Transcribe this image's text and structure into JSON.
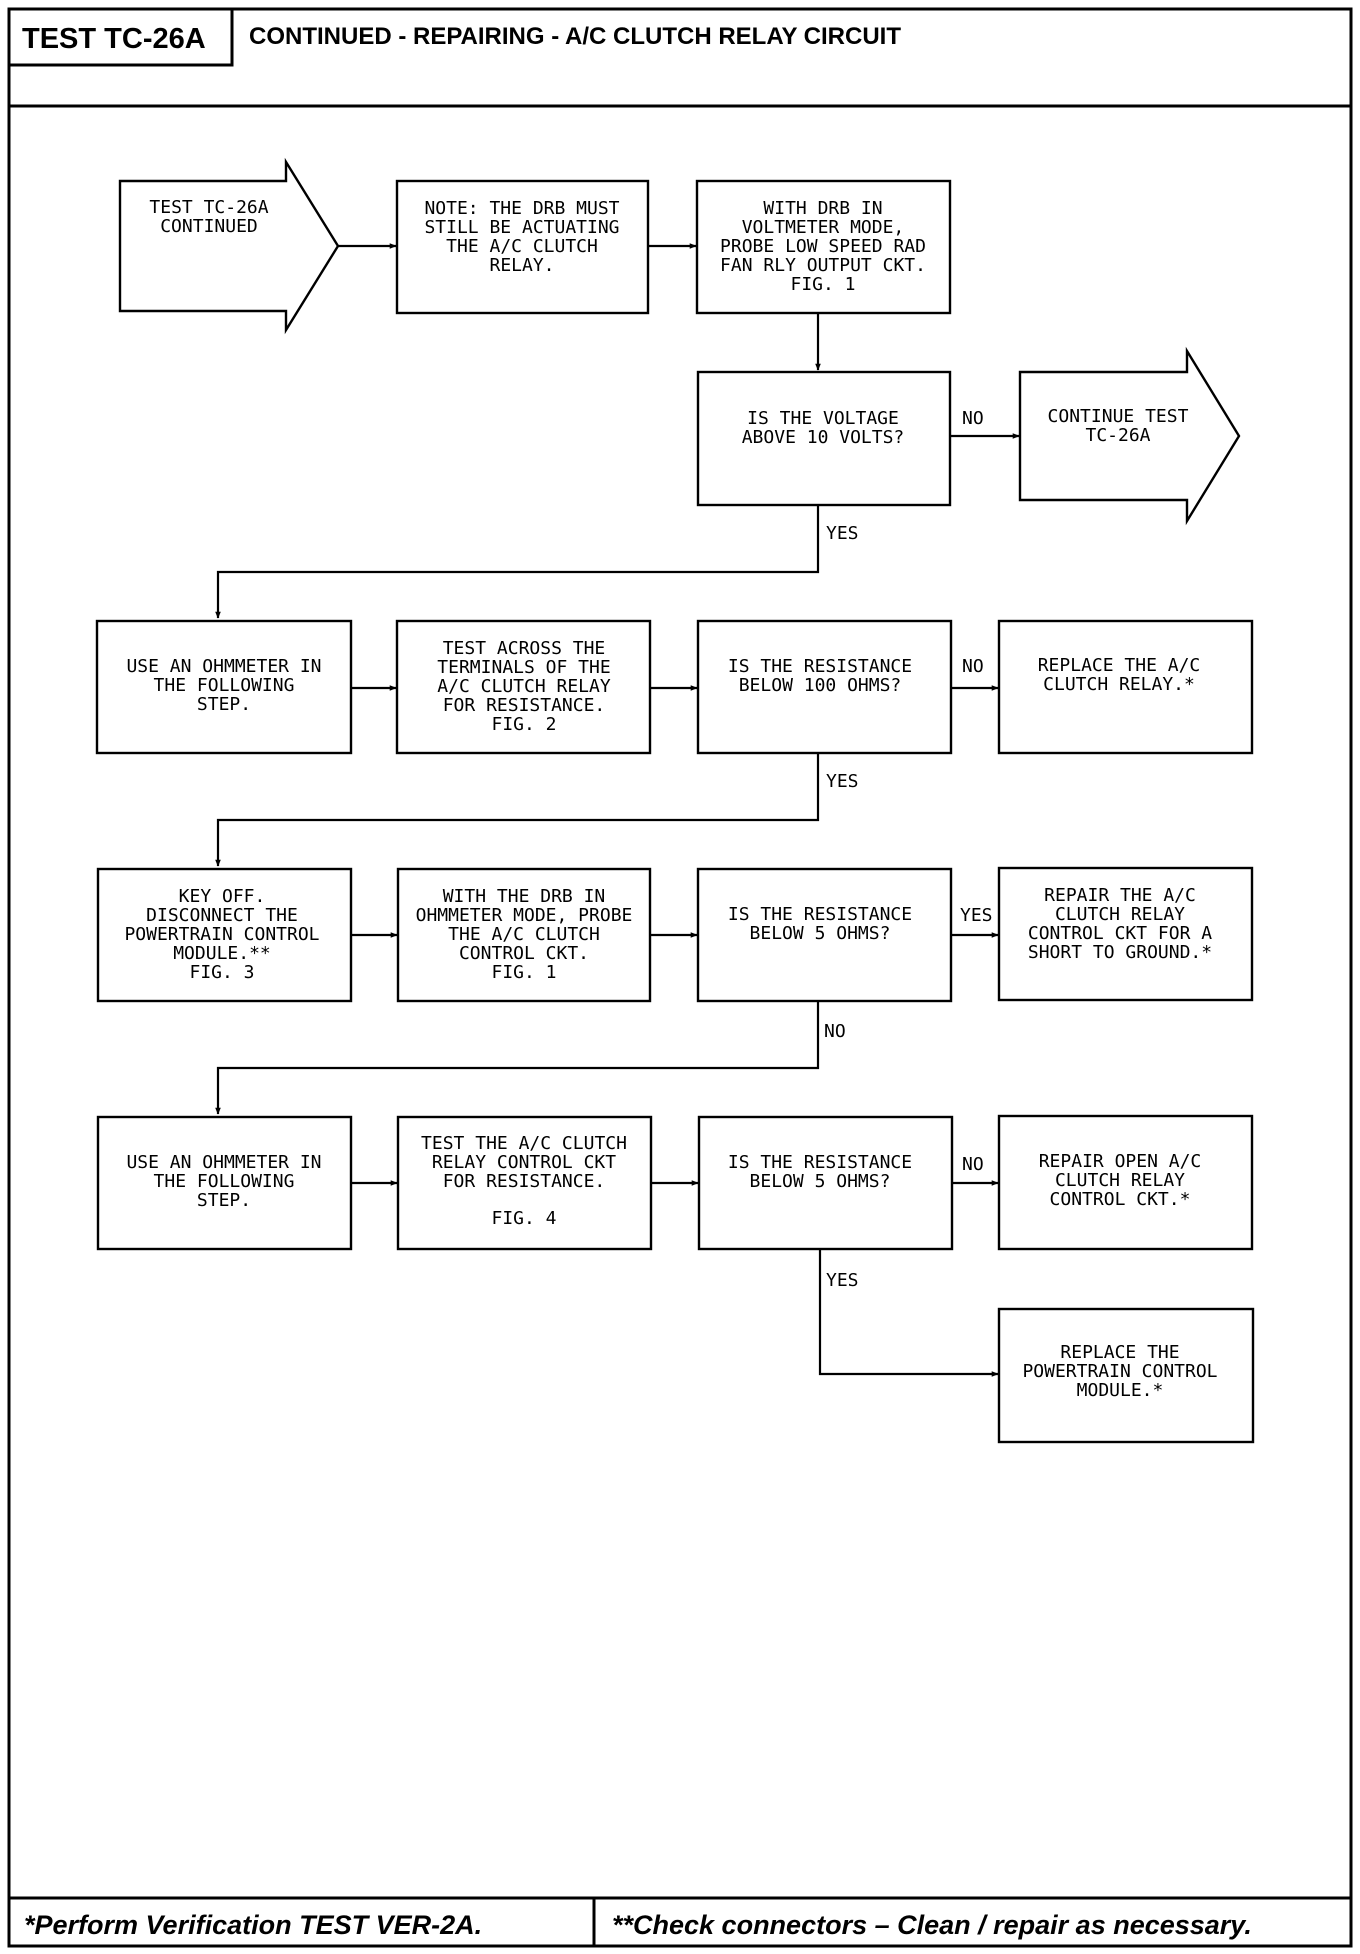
{
  "header": {
    "test_id": "TEST TC-26A",
    "title": "CONTINUED - REPAIRING - A/C CLUTCH RELAY CIRCUIT"
  },
  "nodes": {
    "start": [
      "TEST TC-26A",
      "CONTINUED"
    ],
    "note": [
      "NOTE: THE DRB MUST",
      "STILL BE ACTUATING",
      "THE A/C CLUTCH",
      "RELAY."
    ],
    "probe_low_speed": [
      "WITH DRB IN",
      "VOLTMETER MODE,",
      "PROBE LOW SPEED RAD",
      "FAN RLY OUTPUT CKT.",
      "FIG. 1"
    ],
    "q_voltage": [
      "IS THE VOLTAGE",
      "ABOVE 10 VOLTS?"
    ],
    "continue_test": [
      "CONTINUE TEST",
      "TC-26A"
    ],
    "ohmmeter_1": [
      "USE AN OHMMETER IN",
      "THE FOLLOWING",
      "STEP."
    ],
    "test_terminals": [
      "TEST ACROSS THE",
      "TERMINALS OF THE",
      "A/C CLUTCH RELAY",
      "FOR RESISTANCE.",
      "FIG. 2"
    ],
    "q_res_100": [
      "IS THE RESISTANCE",
      "BELOW 100 OHMS?"
    ],
    "replace_relay": [
      "REPLACE THE A/C",
      "CLUTCH RELAY.*"
    ],
    "key_off": [
      "KEY OFF.",
      "DISCONNECT THE",
      "POWERTRAIN CONTROL",
      "MODULE.**",
      "FIG. 3"
    ],
    "probe_control": [
      "WITH THE DRB IN",
      "OHMMETER MODE, PROBE",
      "THE A/C CLUTCH",
      "CONTROL CKT.",
      "FIG. 1"
    ],
    "q_res_5a": [
      "IS THE RESISTANCE",
      "BELOW 5 OHMS?"
    ],
    "repair_short": [
      "REPAIR THE A/C",
      "CLUTCH RELAY",
      "CONTROL CKT FOR A",
      "SHORT TO GROUND.*"
    ],
    "ohmmeter_2": [
      "USE AN OHMMETER IN",
      "THE FOLLOWING",
      "STEP."
    ],
    "test_control_ckt": [
      "TEST THE A/C CLUTCH",
      "RELAY CONTROL CKT",
      "FOR RESISTANCE."
    ],
    "test_control_fig": "FIG. 4",
    "q_res_5b": [
      "IS THE RESISTANCE",
      "BELOW 5 OHMS?"
    ],
    "repair_open": [
      "REPAIR OPEN A/C",
      "CLUTCH RELAY",
      "CONTROL CKT.*"
    ],
    "replace_pcm": [
      "REPLACE THE",
      "POWERTRAIN CONTROL",
      "MODULE.*"
    ]
  },
  "edge_labels": {
    "voltage_no": "NO",
    "voltage_yes": "YES",
    "res100_no": "NO",
    "res100_yes": "YES",
    "res5a_yes": "YES",
    "res5a_no": "NO",
    "res5b_no": "NO",
    "res5b_yes": "YES"
  },
  "footer": {
    "left": "*Perform Verification TEST VER-2A.",
    "right": "**Check connectors – Clean / repair as necessary."
  }
}
